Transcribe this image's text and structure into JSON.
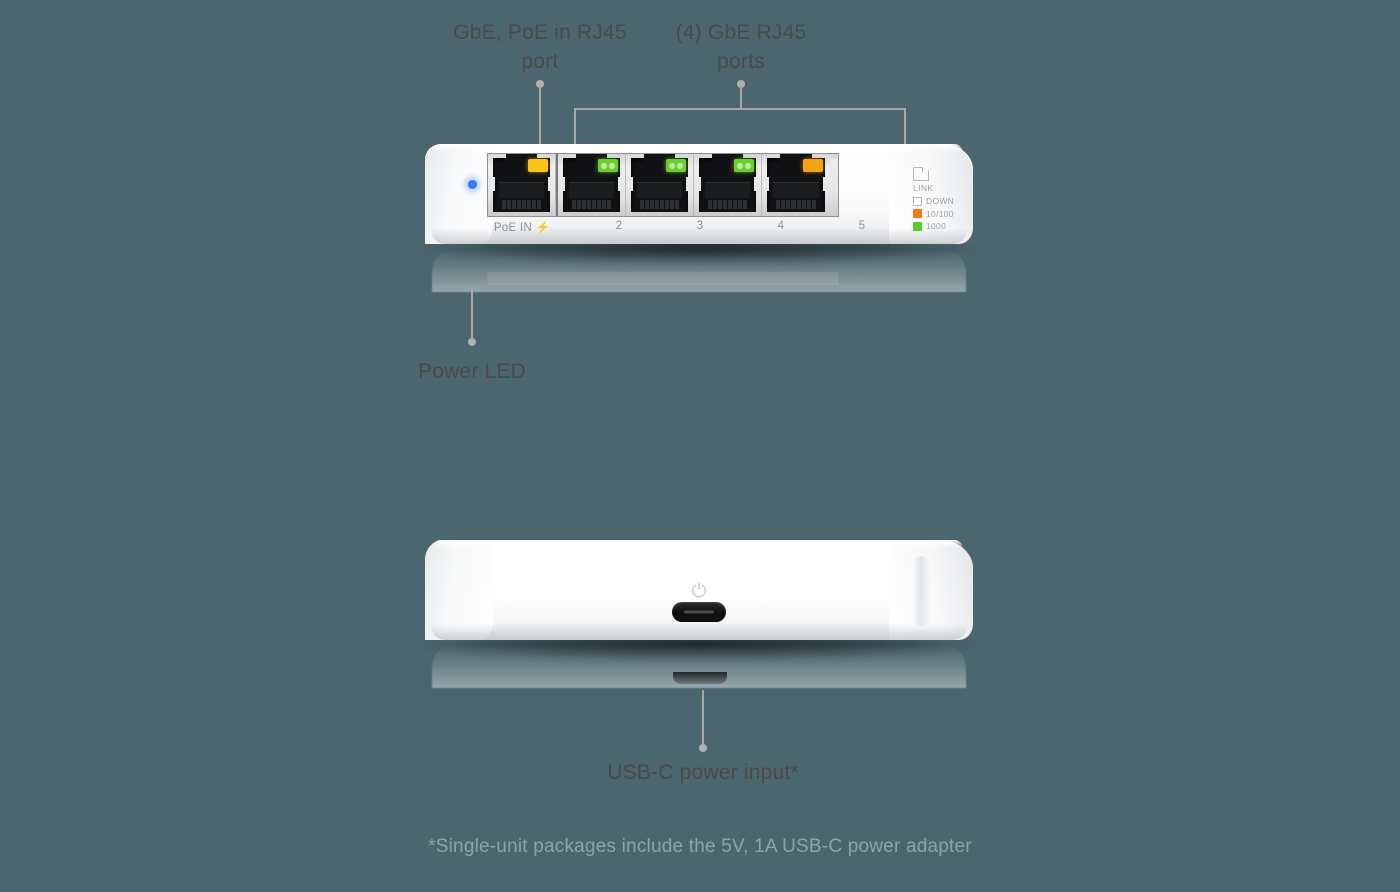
{
  "background_color": "#4c6670",
  "diagram": {
    "title_callouts": [
      {
        "id": "poe-port",
        "text": "GbE, PoE in RJ45\nport"
      },
      {
        "id": "gbe-ports",
        "text": "(4) GbE RJ45\nports"
      }
    ],
    "callouts": [
      {
        "id": "power-led",
        "text": "Power LED"
      },
      {
        "id": "usbc",
        "text": "USB-C power input*"
      }
    ],
    "footnote": "*Single-unit packages include the 5V, 1A USB-C power adapter"
  },
  "top_device": {
    "name": "network-switch-front",
    "power_led": {
      "label": "Power LED",
      "color": "#3a7be8"
    },
    "ports": [
      {
        "caption": "PoE IN ⚡",
        "led_color": "yellow",
        "led_style": "solid"
      },
      {
        "caption": "2",
        "led_color": "green",
        "led_style": "dual"
      },
      {
        "caption": "3",
        "led_color": "green",
        "led_style": "dual"
      },
      {
        "caption": "4",
        "led_color": "green",
        "led_style": "dual"
      },
      {
        "caption": "5",
        "led_color": "orange",
        "led_style": "solid"
      }
    ],
    "legend": {
      "icon_name": "link-led-icon",
      "title": "LINK",
      "rows": [
        {
          "swatch": "empty",
          "label": "DOWN",
          "color": "#ffffff"
        },
        {
          "swatch": "c10100",
          "label": "10/100",
          "color": "#f07818"
        },
        {
          "swatch": "c1000",
          "label": "1000",
          "color": "#5cc832"
        }
      ]
    }
  },
  "bottom_device": {
    "name": "network-switch-rear",
    "power_glyph": "⏻",
    "usbc_label": "USB-C power input*"
  }
}
